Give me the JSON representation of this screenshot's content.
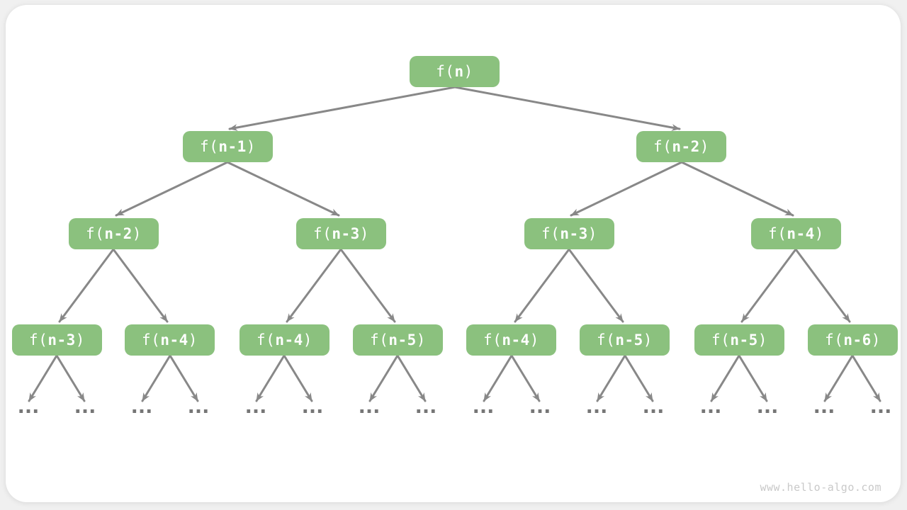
{
  "colors": {
    "node_fill": "#8bc17e",
    "node_text": "#ffffff",
    "arrow": "#888888",
    "ellipsis_dots": "#767676",
    "card_background": "#ffffff",
    "page_background": "#f0f0f0",
    "watermark_text": "#c9c9c9"
  },
  "watermark": "www.hello-algo.com",
  "tree": {
    "ellipsis": "...",
    "nodes": [
      {
        "label": "f(n)",
        "prefix": "f(",
        "arg": "n",
        "suffix": ")"
      },
      {
        "label": "f(n-1)",
        "prefix": "f(",
        "arg": "n-1",
        "suffix": ")"
      },
      {
        "label": "f(n-2)",
        "prefix": "f(",
        "arg": "n-2",
        "suffix": ")"
      },
      {
        "label": "f(n-2)",
        "prefix": "f(",
        "arg": "n-2",
        "suffix": ")"
      },
      {
        "label": "f(n-3)",
        "prefix": "f(",
        "arg": "n-3",
        "suffix": ")"
      },
      {
        "label": "f(n-3)",
        "prefix": "f(",
        "arg": "n-3",
        "suffix": ")"
      },
      {
        "label": "f(n-4)",
        "prefix": "f(",
        "arg": "n-4",
        "suffix": ")"
      },
      {
        "label": "f(n-3)",
        "prefix": "f(",
        "arg": "n-3",
        "suffix": ")"
      },
      {
        "label": "f(n-4)",
        "prefix": "f(",
        "arg": "n-4",
        "suffix": ")"
      },
      {
        "label": "f(n-4)",
        "prefix": "f(",
        "arg": "n-4",
        "suffix": ")"
      },
      {
        "label": "f(n-5)",
        "prefix": "f(",
        "arg": "n-5",
        "suffix": ")"
      },
      {
        "label": "f(n-4)",
        "prefix": "f(",
        "arg": "n-4",
        "suffix": ")"
      },
      {
        "label": "f(n-5)",
        "prefix": "f(",
        "arg": "n-5",
        "suffix": ")"
      },
      {
        "label": "f(n-5)",
        "prefix": "f(",
        "arg": "n-5",
        "suffix": ")"
      },
      {
        "label": "f(n-6)",
        "prefix": "f(",
        "arg": "n-6",
        "suffix": ")"
      }
    ],
    "edges": [
      [
        0,
        1
      ],
      [
        0,
        2
      ],
      [
        1,
        3
      ],
      [
        1,
        4
      ],
      [
        2,
        5
      ],
      [
        2,
        6
      ],
      [
        3,
        7
      ],
      [
        3,
        8
      ],
      [
        4,
        9
      ],
      [
        4,
        10
      ],
      [
        5,
        11
      ],
      [
        5,
        12
      ],
      [
        6,
        13
      ],
      [
        6,
        14
      ]
    ]
  }
}
